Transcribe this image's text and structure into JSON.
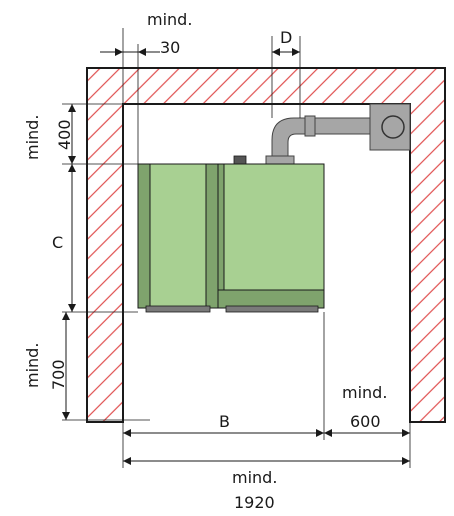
{
  "labels": {
    "top_left_mind": "mind.",
    "top_left_value": "30",
    "flue_d": "D",
    "left_top_mind": "mind.",
    "left_top_value": "400",
    "left_c": "C",
    "left_bottom_mind": "mind.",
    "left_bottom_value": "700",
    "bottom_b": "B",
    "right_mind": "mind.",
    "right_value": "600",
    "total_mind": "mind.",
    "total_value": "1920"
  },
  "colors": {
    "wall_hatch": "#e05050",
    "unit_fill": "#a8d092",
    "pipe_fill": "#a6a6a6"
  }
}
